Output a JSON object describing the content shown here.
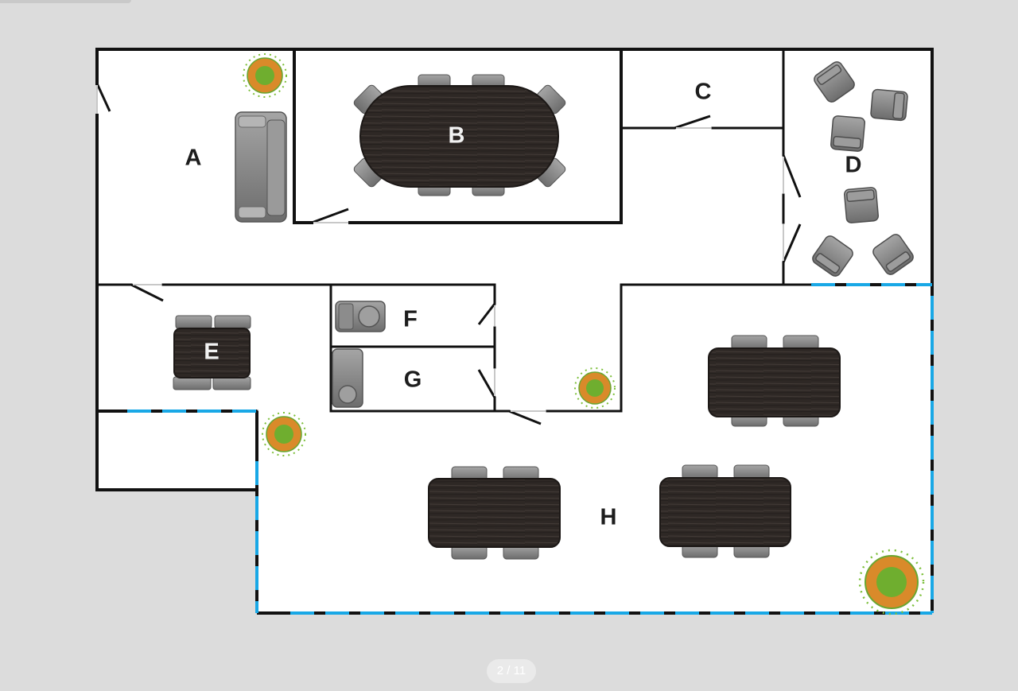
{
  "viewer": {
    "page_indicator": "2 / 11"
  },
  "floor_plan": {
    "rooms": [
      {
        "id": "A",
        "label": "A"
      },
      {
        "id": "B",
        "label": "B"
      },
      {
        "id": "C",
        "label": "C"
      },
      {
        "id": "D",
        "label": "D"
      },
      {
        "id": "E",
        "label": "E"
      },
      {
        "id": "F",
        "label": "F"
      },
      {
        "id": "G",
        "label": "G"
      },
      {
        "id": "H",
        "label": "H"
      }
    ]
  },
  "colors": {
    "background": "#dcdcdc",
    "wall": "#111111",
    "window": "#19a8e6",
    "table": "#2f2a27",
    "chair": "#8f8f8f",
    "plant_outer": "#d98a2a",
    "plant_inner": "#6fae2f"
  }
}
